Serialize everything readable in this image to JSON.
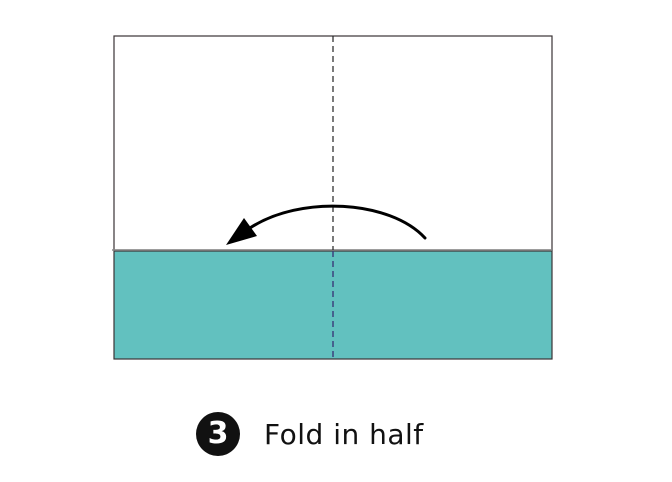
{
  "colors": {
    "paper_back": "#ffffff",
    "paper_front": "#62c1bf",
    "outline": "#3a3335",
    "arrow": "#000000"
  },
  "step": {
    "number": "3",
    "instruction": "Fold in half"
  },
  "icons": {
    "fold_arrow": "curved-arrow-left-icon",
    "fold_line": "dashed-fold-line"
  }
}
